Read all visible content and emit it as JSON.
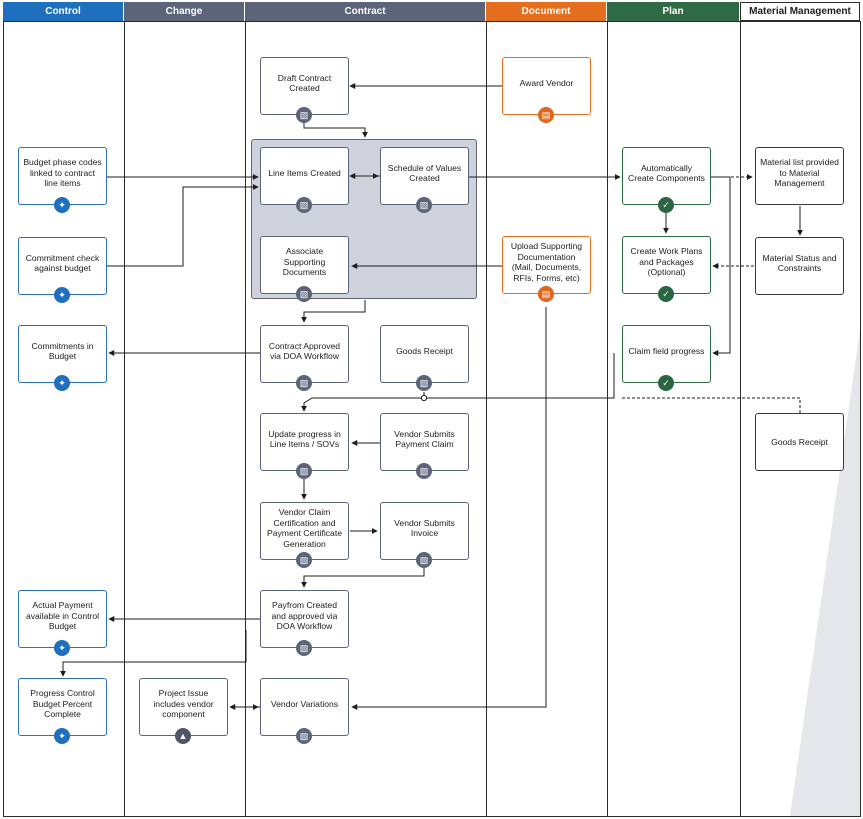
{
  "lanes": {
    "control": {
      "label": "Control",
      "color": "#1f6fbf"
    },
    "change": {
      "label": "Change",
      "color": "#5b6478"
    },
    "contract": {
      "label": "Contract",
      "color": "#5b6478"
    },
    "document": {
      "label": "Document",
      "color": "#e36f1e"
    },
    "plan": {
      "label": "Plan",
      "color": "#2e6b45"
    },
    "material": {
      "label": "Material Management",
      "color": "#ffffff"
    }
  },
  "nodes": {
    "draft_contract": "Draft Contract Created",
    "award_vendor": "Award Vendor",
    "line_items": "Line Items Created",
    "sov": "Schedule of Values Created",
    "associate_docs": "Associate Supporting Documents",
    "upload_docs": "Upload Supporting Documentation (Mail, Documents, RFIs, Forms, etc)",
    "budget_codes": "Budget phase codes linked to contract line items",
    "commitment_check": "Commitment check against budget",
    "commitments_budget": "Commitments in Budget",
    "contract_approved": "Contract Approved via DOA Workflow",
    "goods_receipt": "Goods Receipt",
    "auto_components": "Automatically Create Components",
    "work_plans": "Create Work Plans and Packages (Optional)",
    "claim_progress": "Claim field progress",
    "material_list": "Material list provided to Material Management",
    "material_status": "Material Status and Constraints",
    "goods_receipt_mm": "Goods Receipt",
    "update_progress": "Update progress in Line Items / SOVs",
    "vendor_payment_claim": "Vendor Submits Payment Claim",
    "vendor_claim_cert": "Vendor Claim Certification and Payment Certificate Generation",
    "vendor_invoice": "Vendor Submits Invoice",
    "actual_payment": "Actual Payment available in Control Budget",
    "payform": "Payfrom Created and approved via DOA Workflow",
    "progress_control": "Progress Control Budget Percent Complete",
    "project_issue": "Project Issue includes vendor component",
    "vendor_variations": "Vendor Variations"
  },
  "icons": {
    "contract": "contract-icon",
    "control": "control-icon",
    "document": "document-icon",
    "plan": "plan-icon",
    "change": "change-icon"
  }
}
